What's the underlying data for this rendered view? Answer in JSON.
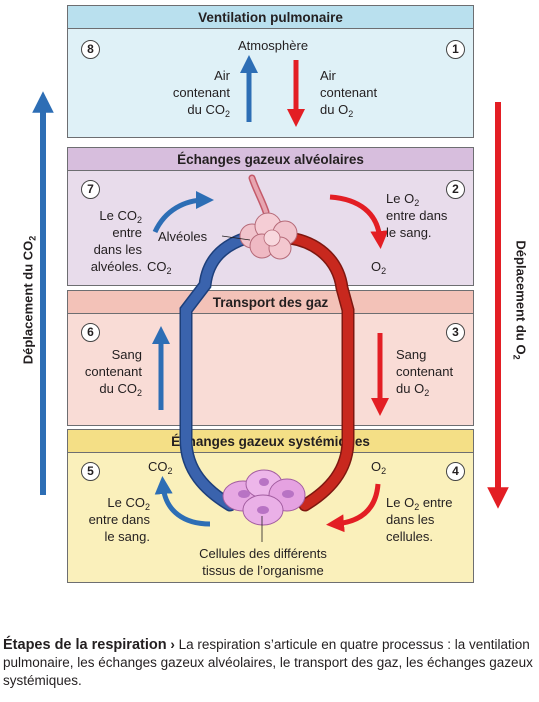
{
  "panels": {
    "ventilation": {
      "title": "Ventilation pulmonaire",
      "atmosphere": "Atmosphère",
      "left": [
        "Air",
        "contenant",
        "du CO",
        "2"
      ],
      "right": [
        "Air",
        "contenant",
        "du O",
        "2"
      ],
      "num_left": "8",
      "num_right": "1"
    },
    "alveolar": {
      "title": "Échanges gazeux alvéolaires",
      "left": [
        "Le CO",
        "2",
        "entre",
        "dans les",
        "alvéoles."
      ],
      "alveoles": "Alvéoles",
      "co2": [
        "CO",
        "2"
      ],
      "right": [
        "Le O",
        "2",
        "entre dans",
        "le sang."
      ],
      "o2": [
        "O",
        "2"
      ],
      "num_left": "7",
      "num_right": "2"
    },
    "transport": {
      "title": "Transport des gaz",
      "left": [
        "Sang",
        "contenant",
        "du CO",
        "2"
      ],
      "right": [
        "Sang",
        "contenant",
        "du O",
        "2"
      ],
      "num_left": "6",
      "num_right": "3"
    },
    "systemic": {
      "title": "Échanges gazeux systémiques",
      "co2": [
        "CO",
        "2"
      ],
      "o2": [
        "O",
        "2"
      ],
      "left": [
        "Le CO",
        "2",
        "entre dans",
        "le sang."
      ],
      "right": [
        "Le O",
        "2",
        " entre",
        "dans les",
        "cellules."
      ],
      "cells": [
        "Cellules des différents",
        "tissus de l’organisme"
      ],
      "num_left": "5",
      "num_right": "4"
    }
  },
  "side": {
    "co2": [
      "Déplacement du CO",
      "2"
    ],
    "o2": [
      "Déplacement du O",
      "2"
    ]
  },
  "caption": {
    "title": "Étapes de la respiration",
    "marker": "›",
    "text": "La respiration s’articule en quatre processus : la ventilation pulmonaire, les échanges gazeux alvéolaires, le transport des gaz, les échanges gazeux systémiques."
  },
  "colors": {
    "co2": "#2d6eb5",
    "o2": "#e31e24",
    "oxygenated_vessel": "#c8281e",
    "deoxygenated_vessel": "#3a63ad"
  }
}
